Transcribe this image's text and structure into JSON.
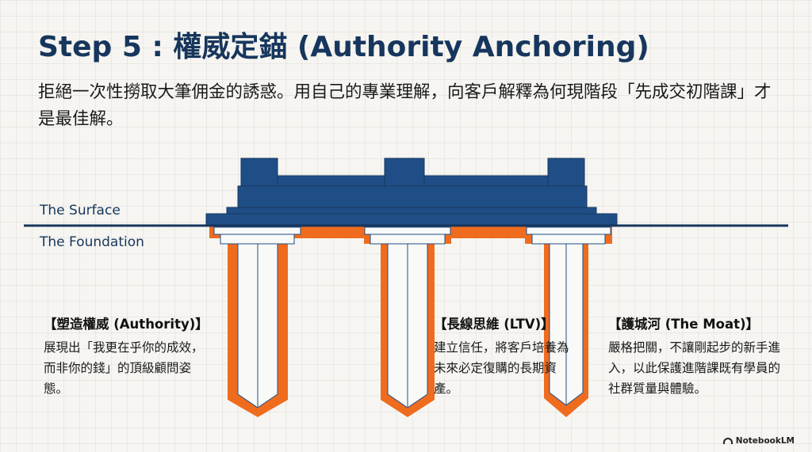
{
  "title": "Step 5 : 權威定錨 (Authority Anchoring)",
  "subtitle": "拒絕一次性撈取大筆佣金的誘惑。用自己的專業理解，向客戶解釋為何現階段「先成交初階課」才是最佳解。",
  "layers": {
    "surface": "The Surface",
    "foundation": "The Foundation"
  },
  "callouts": [
    {
      "title": "【塑造權威 (Authority)】",
      "body": "展現出「我更在乎你的成效，而非你的錢」的頂級顧問姿態。"
    },
    {
      "title": "【長線思維 (LTV)】",
      "body": "建立信任，將客戶培養為未來必定復購的長期資產。"
    },
    {
      "title": "【護城河 (The Moat)】",
      "body": "嚴格把關，不讓剛起步的新手進入，以此保護進階課既有學員的社群質量與體驗。"
    }
  ],
  "watermark": "NotebookLM",
  "colors": {
    "navy": "#1f4e86",
    "navy_dark": "#17365d",
    "orange": "#ef6c1f",
    "pile_fill": "#f9f9f7",
    "background": "#f6f5f1"
  }
}
